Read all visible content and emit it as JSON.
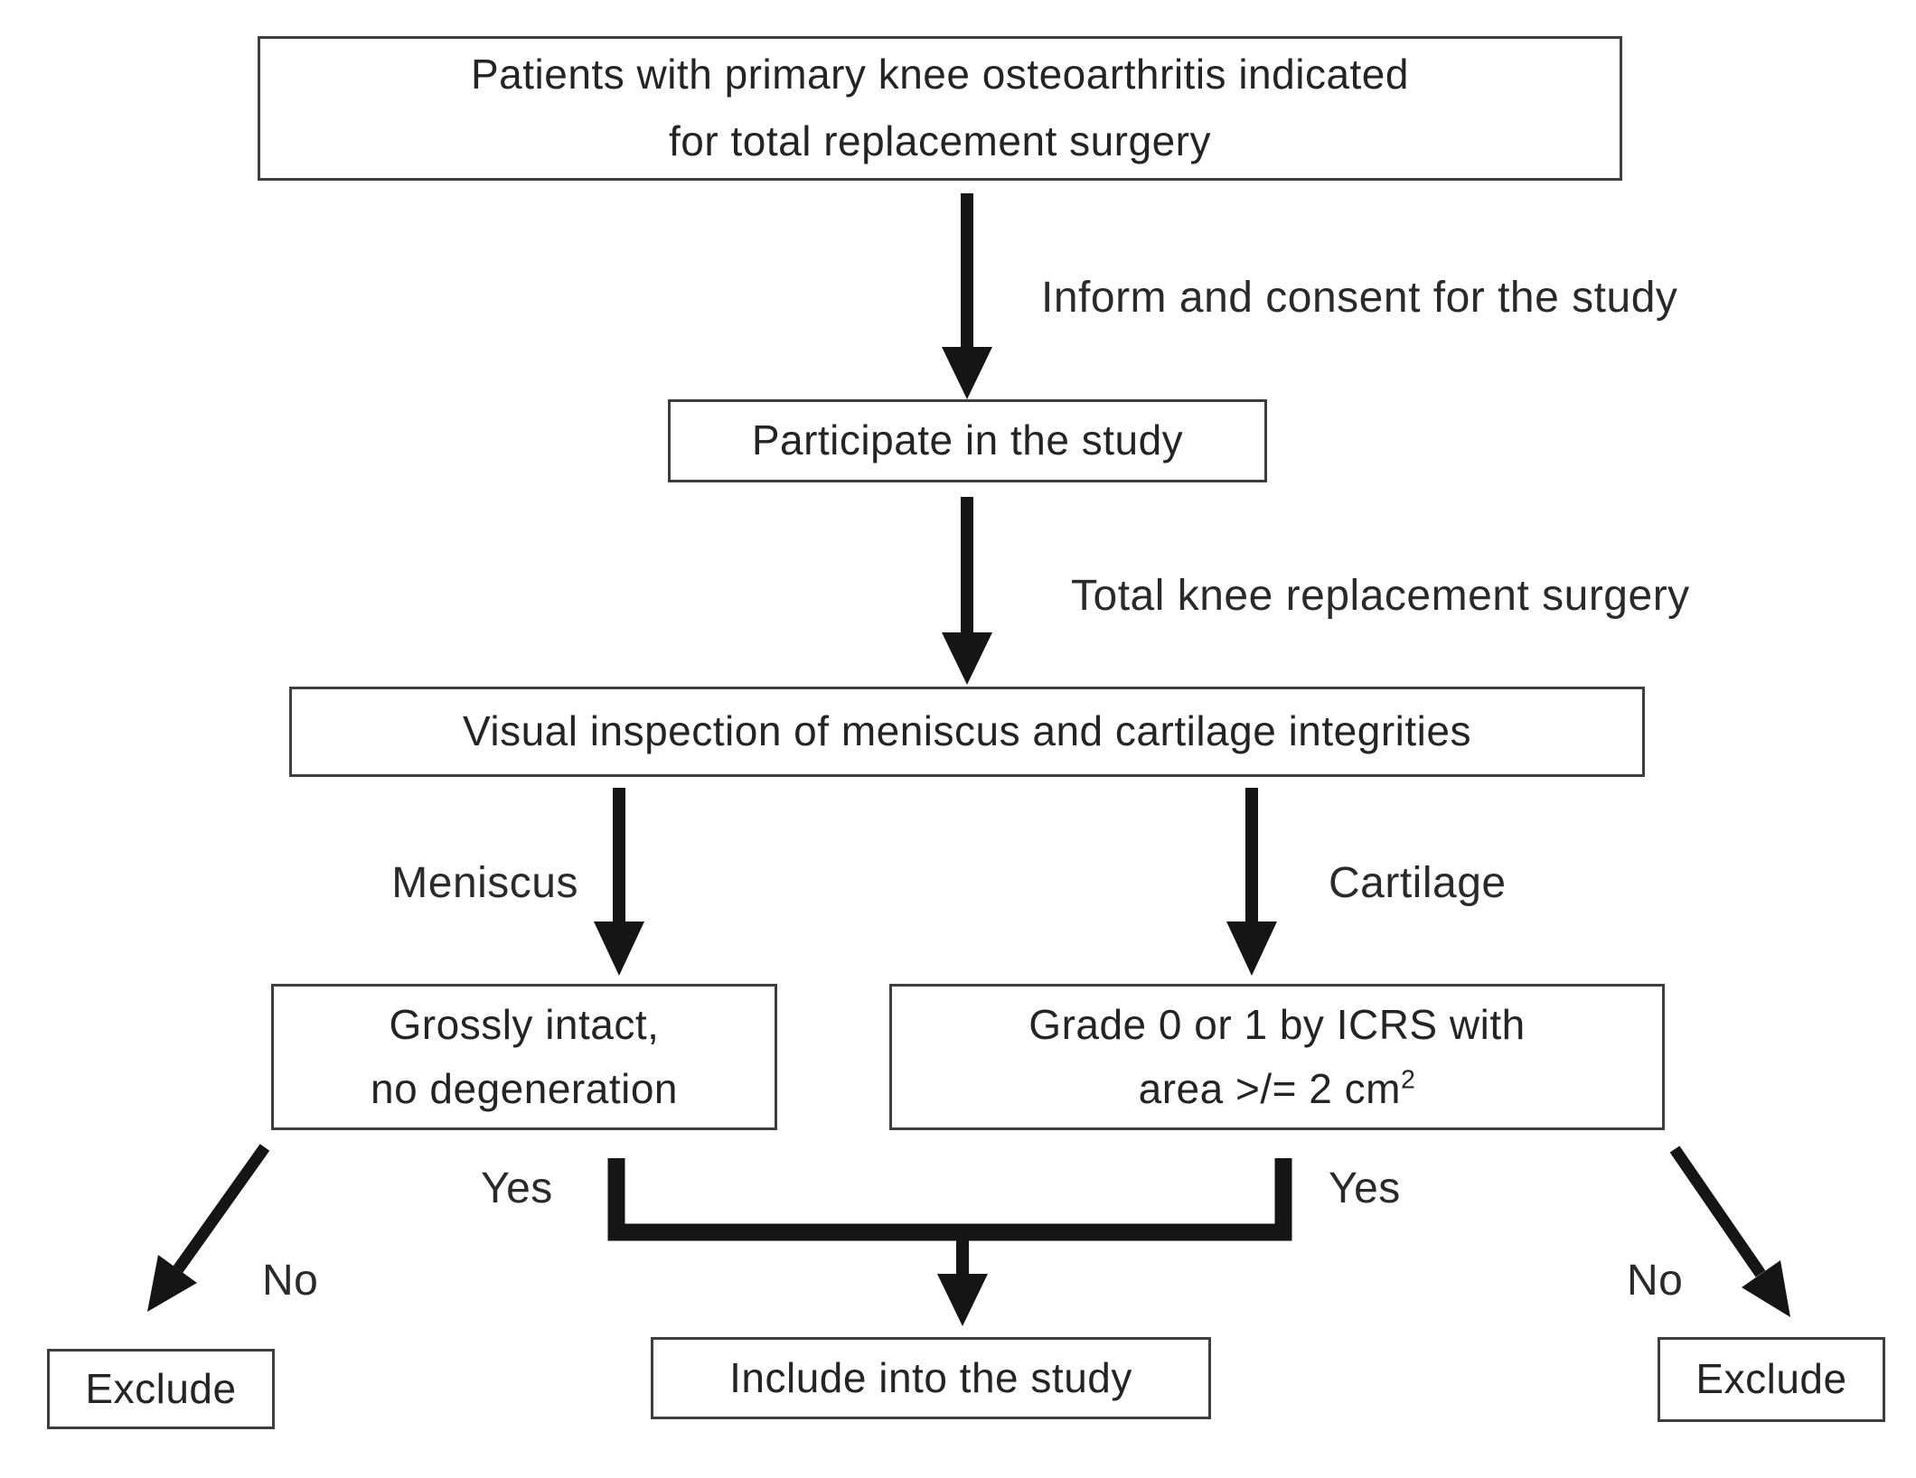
{
  "boxes": {
    "patients": {
      "line1": "Patients with primary knee osteoarthritis indicated",
      "line2": "for total replacement surgery"
    },
    "participate": {
      "label": "Participate in the study"
    },
    "visual_inspection": {
      "label": "Visual inspection of meniscus and cartilage integrities"
    },
    "meniscus_result": {
      "line1": "Grossly intact,",
      "line2": "no degeneration"
    },
    "cartilage_result": {
      "line1": "Grade 0 or 1 by ICRS with",
      "line2_text": "area >/= 2 cm",
      "line2_sup": "2"
    },
    "include": {
      "label": "Include into the study"
    },
    "exclude_left": {
      "label": "Exclude"
    },
    "exclude_right": {
      "label": "Exclude"
    }
  },
  "edge_labels": {
    "consent": "Inform and consent for the study",
    "surgery": "Total knee replacement surgery",
    "meniscus": "Meniscus",
    "cartilage": "Cartilage",
    "yes_left": "Yes",
    "yes_right": "Yes",
    "no_left": "No",
    "no_right": "No"
  },
  "colors": {
    "ink": "#151515",
    "box_border": "#3e3e3e",
    "background": "#ffffff"
  }
}
